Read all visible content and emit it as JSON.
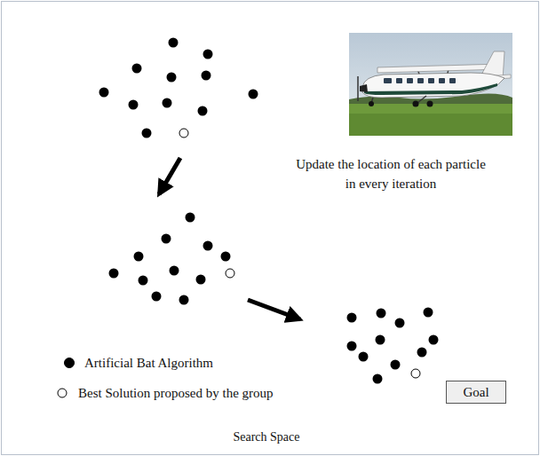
{
  "diagram": {
    "caption": "Search Space",
    "nodes": [
      {
        "text": [
          "Goal"
        ]
      }
    ],
    "labels": [
      "Update the location of each particle in every iteration"
    ],
    "legend": [
      {
        "text": "Artificial Bat Algorithm"
      },
      {
        "text": "Best Solution proposed by the group"
      }
    ]
  }
}
